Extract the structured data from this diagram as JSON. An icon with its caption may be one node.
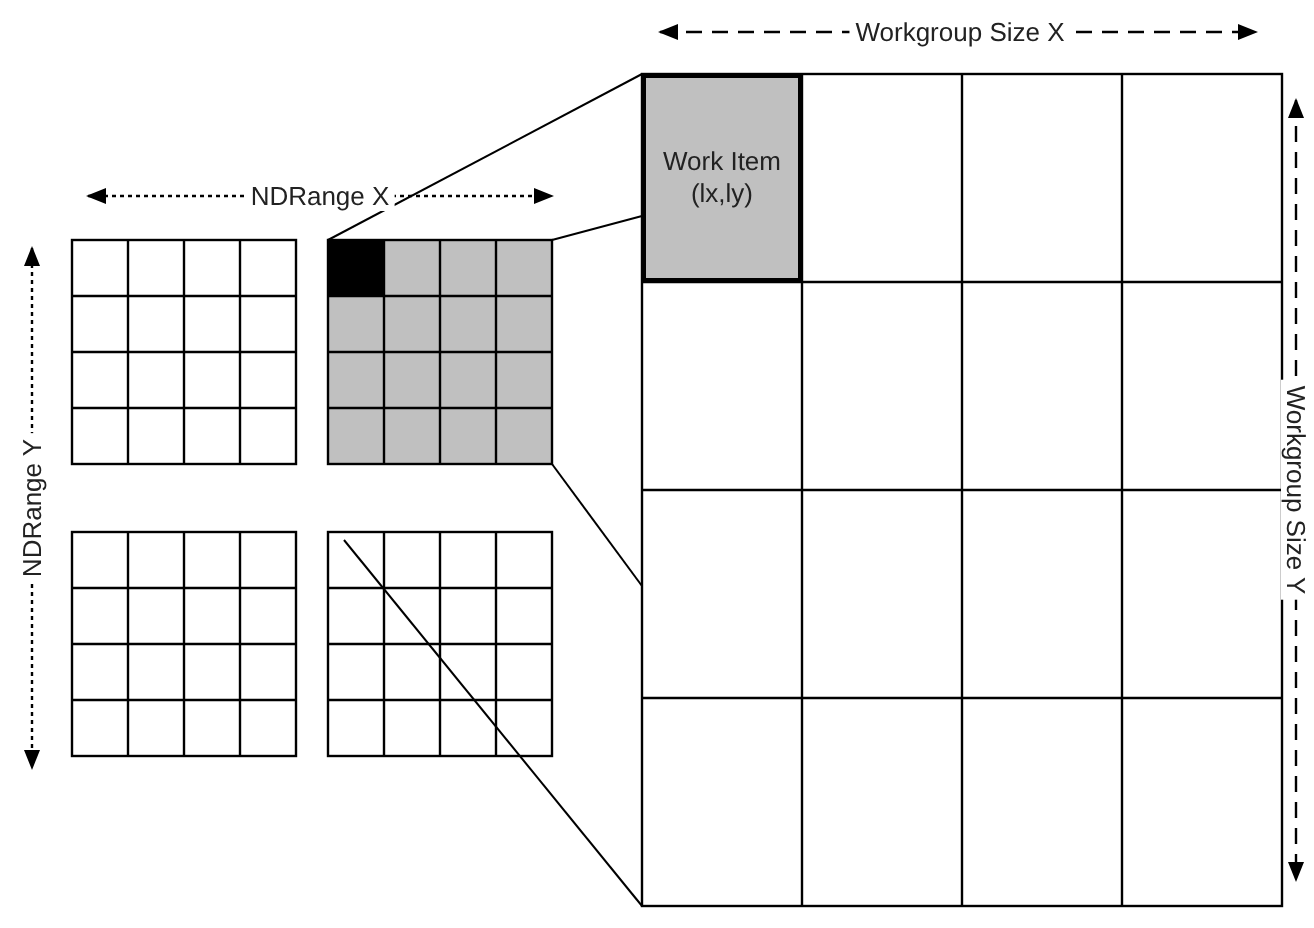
{
  "diagram": {
    "nodes": [
      {
        "text": [
          "Work Item (lx,ly)"
        ]
      }
    ],
    "edges": [],
    "labels": [
      "Workgroup Size X",
      "NDRange X",
      "NDRange Y",
      "Workgroup Size Y"
    ]
  }
}
